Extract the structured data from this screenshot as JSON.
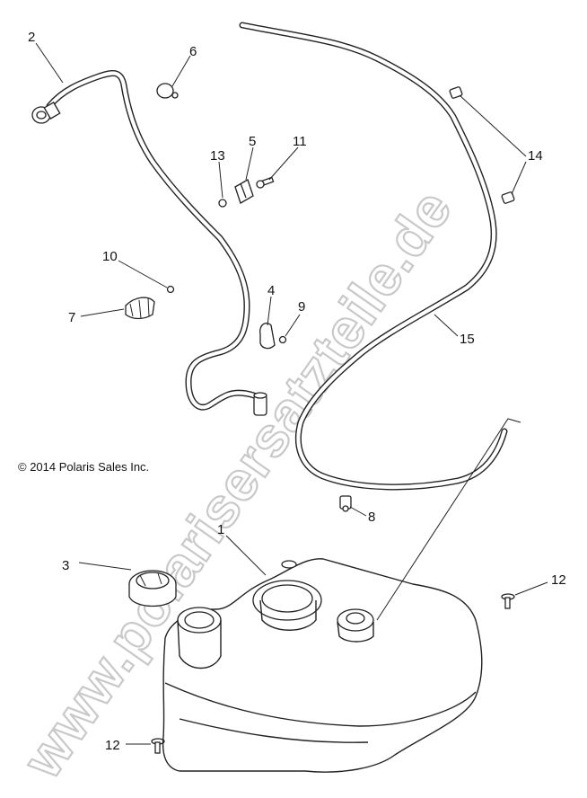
{
  "copyright": "© 2014 Polaris Sales Inc.",
  "watermark": "www.polarisersatzteile.de",
  "callouts": {
    "c1": "1",
    "c2": "2",
    "c3": "3",
    "c4": "4",
    "c5": "5",
    "c6": "6",
    "c7": "7",
    "c8": "8",
    "c9": "9",
    "c10": "10",
    "c11": "11",
    "c12a": "12",
    "c12b": "12",
    "c13": "13",
    "c14": "14",
    "c15": "15"
  }
}
